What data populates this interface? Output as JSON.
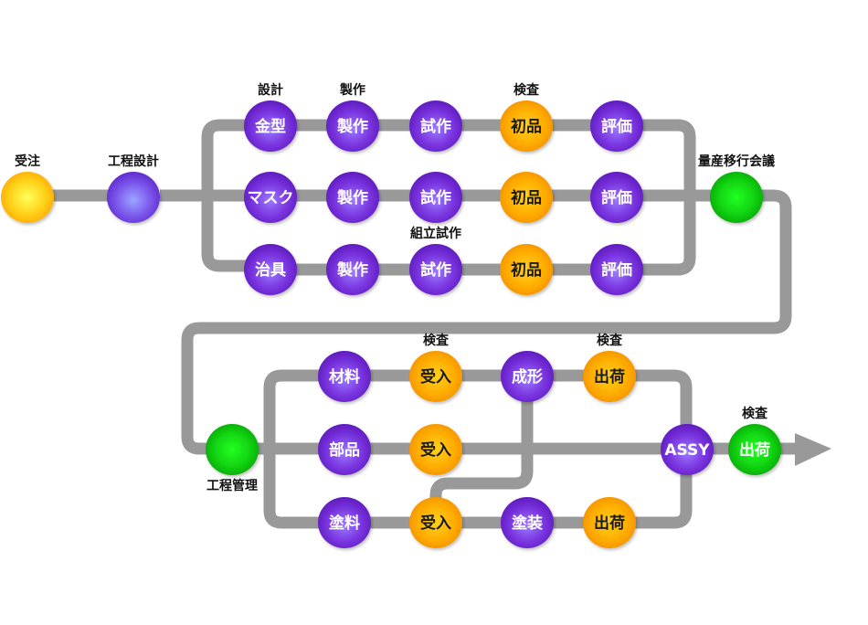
{
  "colors": {
    "purple": "#7b2fd6",
    "orange": "#f7a600",
    "green": "#19c419",
    "yellow": "#ffd21a",
    "pipe": "#999999"
  },
  "nodes": {
    "order": {
      "text": "",
      "label": "受注",
      "color": "yellow"
    },
    "process_design": {
      "text": "",
      "label": "工程設計",
      "color": "lavender"
    },
    "r1": [
      {
        "text": "金型",
        "label": "設計",
        "color": "purple"
      },
      {
        "text": "製作",
        "label": "製作",
        "color": "purple"
      },
      {
        "text": "試作",
        "label": "",
        "color": "purple"
      },
      {
        "text": "初品",
        "label": "検査",
        "color": "orange"
      },
      {
        "text": "評価",
        "label": "",
        "color": "purple"
      }
    ],
    "r2": [
      {
        "text": "マスク",
        "label": "",
        "color": "purple"
      },
      {
        "text": "製作",
        "label": "",
        "color": "purple"
      },
      {
        "text": "試作",
        "label": "",
        "color": "purple"
      },
      {
        "text": "初品",
        "label": "",
        "color": "orange"
      },
      {
        "text": "評価",
        "label": "",
        "color": "purple"
      }
    ],
    "r3": [
      {
        "text": "治具",
        "label": "",
        "color": "purple"
      },
      {
        "text": "製作",
        "label": "",
        "color": "purple"
      },
      {
        "text": "試作",
        "label": "組立試作",
        "color": "purple"
      },
      {
        "text": "初品",
        "label": "",
        "color": "orange"
      },
      {
        "text": "評価",
        "label": "",
        "color": "purple"
      }
    ],
    "mass_production_meeting": {
      "text": "",
      "label": "量産移行会議",
      "color": "green"
    },
    "process_management": {
      "text": "",
      "label": "工程管理",
      "color": "green"
    },
    "b1": [
      {
        "text": "材料",
        "label": "",
        "color": "purple"
      },
      {
        "text": "受入",
        "label": "検査",
        "color": "orange"
      },
      {
        "text": "成形",
        "label": "",
        "color": "purple"
      },
      {
        "text": "出荷",
        "label": "検査",
        "color": "orange"
      }
    ],
    "b2": [
      {
        "text": "部品",
        "label": "",
        "color": "purple"
      },
      {
        "text": "受入",
        "label": "",
        "color": "orange"
      }
    ],
    "b3": [
      {
        "text": "塗料",
        "label": "",
        "color": "purple"
      },
      {
        "text": "受入",
        "label": "",
        "color": "orange"
      },
      {
        "text": "塗装",
        "label": "",
        "color": "purple"
      },
      {
        "text": "出荷",
        "label": "",
        "color": "orange"
      }
    ],
    "assy": {
      "text": "ASSY",
      "label": "",
      "color": "purple"
    },
    "final_ship": {
      "text": "出荷",
      "label": "検査",
      "color": "green"
    }
  }
}
